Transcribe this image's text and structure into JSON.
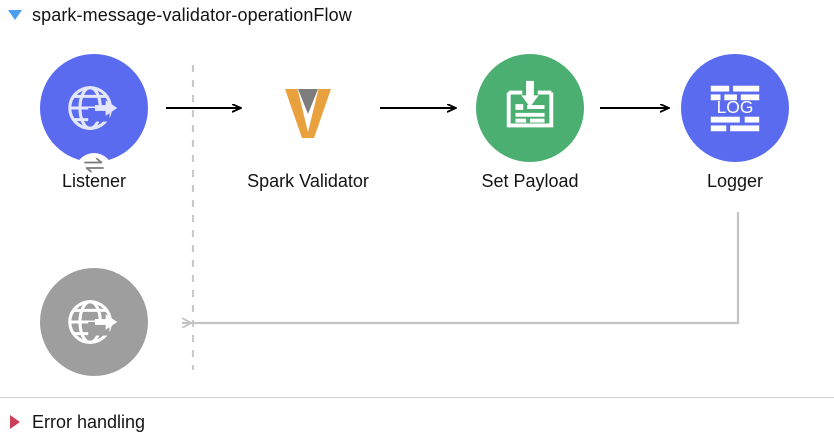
{
  "flow": {
    "title": "spark-message-validator-operationFlow",
    "toggle_icon": "triangle-down-icon",
    "expanded": true
  },
  "colors": {
    "blue": "#5a6bf0",
    "green": "#4caf72",
    "gray": "#9e9e9e",
    "orange": "#e8a13c",
    "orange_dark": "#7d7d7d",
    "toggle_blue": "#4a9ff0",
    "error_red": "#cc3e55",
    "arrow_black": "#000000",
    "arrow_gray": "#c3c3c3",
    "divider": "#cfcfcf"
  },
  "nodes": [
    {
      "id": "listener",
      "label": "Listener",
      "icon": "globe-arrow-icon",
      "circle_color": "#5a6bf0",
      "badge_icon": "exchange-arrows-icon"
    },
    {
      "id": "spark-validator",
      "label": "Spark Validator",
      "icon": "veeva-v-logo-icon",
      "circle_color": "transparent",
      "badge_icon": ""
    },
    {
      "id": "set-payload",
      "label": "Set Payload",
      "icon": "set-payload-icon",
      "circle_color": "#4caf72",
      "badge_icon": ""
    },
    {
      "id": "logger",
      "label": "Logger",
      "icon": "log-icon",
      "icon_text": "LOG",
      "circle_color": "#5a6bf0",
      "badge_icon": ""
    },
    {
      "id": "error-source",
      "label": "",
      "icon": "globe-arrow-icon",
      "circle_color": "#9e9e9e",
      "badge_icon": ""
    }
  ],
  "connectors": [
    {
      "id": "listener-to-spark",
      "style": "solid-black",
      "direction": "right"
    },
    {
      "id": "spark-to-set-payload",
      "style": "solid-black",
      "direction": "right"
    },
    {
      "id": "set-payload-to-logger",
      "style": "solid-black",
      "direction": "right"
    },
    {
      "id": "logger-return-to-source",
      "style": "solid-gray",
      "direction": "left"
    },
    {
      "id": "source-boundary",
      "style": "dashed-gray",
      "direction": "vertical"
    }
  ],
  "footer": {
    "error_handling_label": "Error handling",
    "toggle_icon": "triangle-right-icon",
    "expanded": false
  }
}
